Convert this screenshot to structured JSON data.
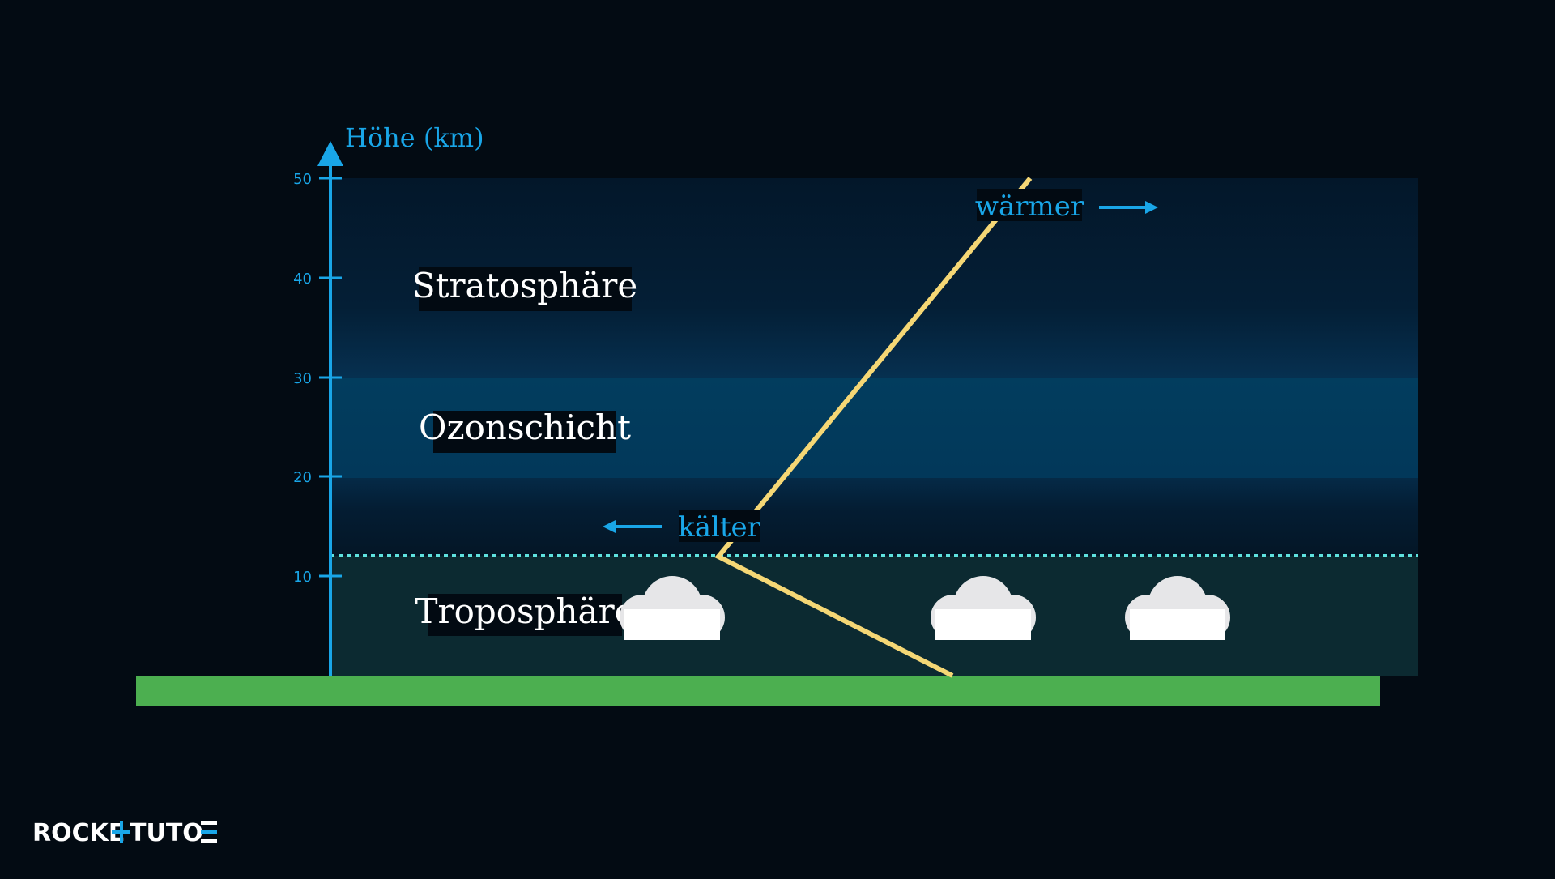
{
  "axis": {
    "title": "Höhe (km)",
    "ticks": [
      "10",
      "20",
      "30",
      "40",
      "50"
    ],
    "color": "#19a6e8"
  },
  "layers": {
    "stratosphere": "Stratosphäre",
    "ozone": "Ozonschicht",
    "troposphere": "Troposphäre"
  },
  "temperature": {
    "warmer": "wärmer",
    "colder": "kälter",
    "line_color": "#f5d775"
  },
  "colors": {
    "stratosphere": "#041a2b",
    "ozone": "#023c5c",
    "troposphere": "#0c2a31",
    "tropopause": "#5fe3e0",
    "ground": "#4caf50"
  },
  "logo": {
    "left": "ROCKE",
    "right": "TUTO"
  }
}
